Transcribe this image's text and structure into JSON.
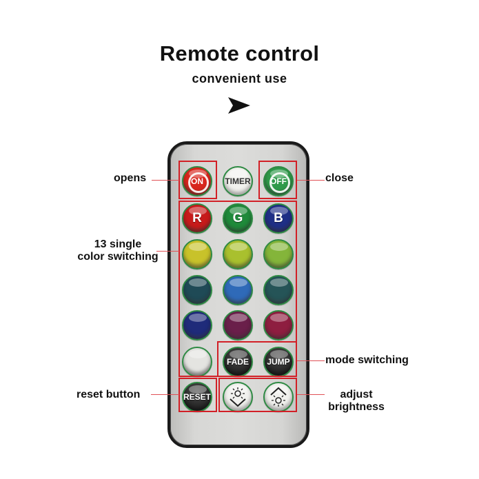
{
  "header": {
    "title": "Remote control",
    "subtitle": "convenient use"
  },
  "remote": {
    "buttons": [
      {
        "id": "on",
        "label": "ON"
      },
      {
        "id": "timer",
        "label": "TIMER"
      },
      {
        "id": "off",
        "label": "OFF"
      },
      {
        "id": "r",
        "label": "R"
      },
      {
        "id": "g",
        "label": "G"
      },
      {
        "id": "b",
        "label": "B"
      },
      {
        "id": "fade",
        "label": "FADE"
      },
      {
        "id": "jump",
        "label": "JUMP"
      },
      {
        "id": "reset",
        "label": "RESET"
      }
    ],
    "colors": {
      "on": "#d8261d",
      "off": "#2f9a4a",
      "timer": "#f2f2ee",
      "r": "#c71b1b",
      "g": "#1f8a3a",
      "b": "#1f2f86",
      "row2": [
        "#c8c22a",
        "#a9c02e",
        "#84b53a"
      ],
      "row3": [
        "#1f4a56",
        "#2f6ab8",
        "#255457"
      ],
      "row4": [
        "#1f2b7a",
        "#6a1f4a",
        "#8e1e40"
      ],
      "white": "#e4e4e1",
      "dark": "#2a2a2a",
      "highlight": "#d21f26"
    }
  },
  "annotations": {
    "opens": "opens",
    "close": "close",
    "single_color_line1": "13 single",
    "single_color_line2": "color switching",
    "mode_switching": "mode switching",
    "reset_button": "reset button",
    "adjust_line1": "adjust",
    "adjust_line2": "brightness"
  }
}
